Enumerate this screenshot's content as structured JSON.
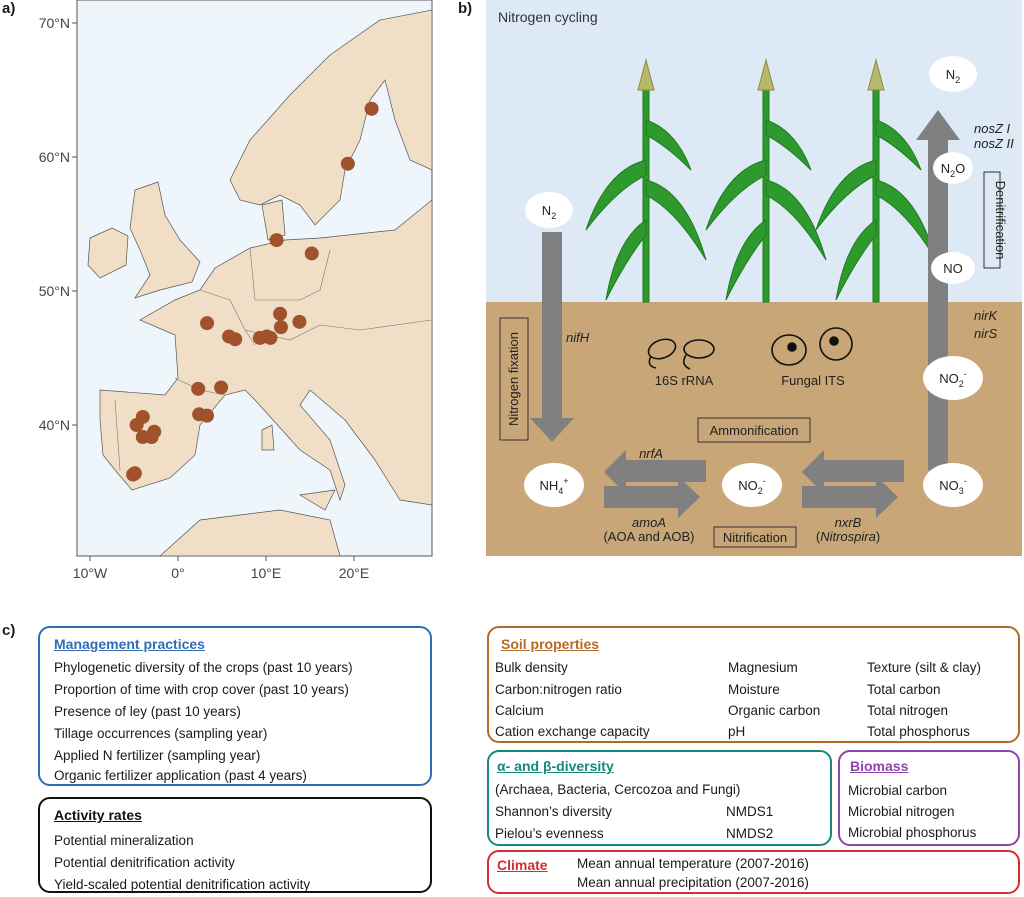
{
  "panel_labels": {
    "a": "a)",
    "b": "b)",
    "c": "c)"
  },
  "map": {
    "lat_ticks": [
      "70°N",
      "60°N",
      "50°N",
      "40°N"
    ],
    "lat_values": [
      70,
      60,
      50,
      40
    ],
    "lon_ticks": [
      "10°W",
      "0°",
      "10°E",
      "20°E"
    ],
    "lon_values": [
      -10,
      0,
      10,
      20
    ],
    "point_color": "#a0522d",
    "land_color": "#f0dfc6",
    "sea_color": "#eef6fc",
    "sites": [
      [
        22.0,
        63.6
      ],
      [
        19.3,
        59.5
      ],
      [
        11.2,
        53.8
      ],
      [
        15.2,
        52.8
      ],
      [
        3.3,
        47.6
      ],
      [
        11.6,
        48.3
      ],
      [
        11.7,
        47.3
      ],
      [
        13.8,
        47.7
      ],
      [
        5.8,
        46.6
      ],
      [
        6.5,
        46.4
      ],
      [
        9.3,
        46.5
      ],
      [
        10.1,
        46.6
      ],
      [
        10.5,
        46.5
      ],
      [
        2.3,
        42.7
      ],
      [
        4.9,
        42.8
      ],
      [
        2.4,
        40.8
      ],
      [
        3.3,
        40.7
      ],
      [
        -4.0,
        40.6
      ],
      [
        -4.7,
        40.0
      ],
      [
        -4.0,
        39.1
      ],
      [
        -3.0,
        39.1
      ],
      [
        -2.7,
        39.5
      ],
      [
        -4.9,
        36.4
      ],
      [
        -5.1,
        36.3
      ]
    ]
  },
  "cycle": {
    "title": "Nitrogen cycling",
    "n2_left": {
      "main": "N",
      "sub": "2"
    },
    "n2_top": {
      "main": "N",
      "sub": "2"
    },
    "n2o": {
      "main": "N",
      "sub": "2",
      "tail": "O"
    },
    "no": "NO",
    "no2_right": {
      "main": "NO",
      "sub": "2",
      "sup": "-"
    },
    "no2_mid": {
      "main": "NO",
      "sub": "2",
      "sup": "-"
    },
    "no3": {
      "main": "NO",
      "sub": "3",
      "sup": "-"
    },
    "nh4": {
      "main": "NH",
      "sub": "4",
      "sup": "+"
    },
    "genes": {
      "nosz1": "nosZ I",
      "nosz2": "nosZ II",
      "nirk": "nirK",
      "nirs": "nirS",
      "nifh": "nifH",
      "nrfa": "nrfA",
      "amoa": "amoA",
      "amoa_sub": "(AOA and AOB)",
      "nxrb": "nxrB",
      "nxrb_sub_open": "(",
      "nxrb_sub": "Nitrospira",
      "nxrb_sub_close": ")"
    },
    "processes": {
      "denitrification": "Denitrification",
      "fixation": "Nitrogen fixation",
      "ammonification": "Ammonification",
      "nitrification": "Nitrification"
    },
    "markers": {
      "bacteria": "16S rRNA",
      "fungi": "Fungal ITS"
    },
    "colors": {
      "sky": "#dde9f5",
      "soil": "#c8a678",
      "arrow": "#808080",
      "plant": "#2e9a2e"
    }
  },
  "variables": {
    "management": {
      "title": "Management practices",
      "color": "#2f6db5",
      "items": [
        "Phylogenetic diversity of the crops (past 10 years)",
        "Proportion of time with crop cover (past 10 years)",
        "Presence of ley (past 10 years)",
        "Tillage occurrences (sampling year)",
        "Applied N fertilizer (sampling year)",
        "Organic fertilizer application (past 4 years)"
      ]
    },
    "activity": {
      "title": "Activity rates",
      "color": "#111111",
      "items": [
        "Potential mineralization",
        "Potential denitrification activity",
        "Yield-scaled potential denitrification activity"
      ]
    },
    "soil": {
      "title": "Soil properties",
      "color": "#b36b26",
      "col1": [
        "Bulk density",
        "Carbon:nitrogen ratio",
        "Calcium",
        "Cation exchange capacity"
      ],
      "col2": [
        "Magnesium",
        "Moisture",
        "Organic carbon",
        "pH"
      ],
      "col3": [
        "Texture (silt & clay)",
        "Total carbon",
        "Total nitrogen",
        "Total phosphorus"
      ]
    },
    "diversity": {
      "title": "α- and β-diversity",
      "color": "#15897a",
      "subtitle": "(Archaea, Bacteria, Cercozoa and Fungi)",
      "col1": [
        "Shannon’s diversity",
        "Pielou’s evenness"
      ],
      "col2": [
        "NMDS1",
        "NMDS2"
      ]
    },
    "biomass": {
      "title": "Biomass",
      "color": "#8e44ad",
      "items": [
        "Microbial carbon",
        "Microbial nitrogen",
        "Microbial phosphorus"
      ]
    },
    "climate": {
      "title": "Climate",
      "color": "#d32f2f",
      "items": [
        "Mean annual temperature (2007-2016)",
        "Mean annual precipitation (2007-2016)"
      ]
    }
  }
}
